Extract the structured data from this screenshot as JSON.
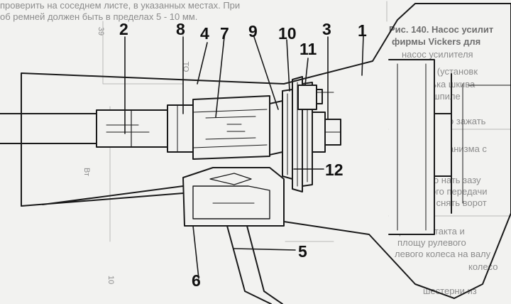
{
  "diagram": {
    "callouts": [
      {
        "id": "c2",
        "label": "2"
      },
      {
        "id": "c8",
        "label": "8"
      },
      {
        "id": "c4",
        "label": "4"
      },
      {
        "id": "c7",
        "label": "7"
      },
      {
        "id": "c9",
        "label": "9"
      },
      {
        "id": "c10",
        "label": "10"
      },
      {
        "id": "c3",
        "label": "3"
      },
      {
        "id": "c1",
        "label": "1"
      },
      {
        "id": "c11",
        "label": "11"
      },
      {
        "id": "c12",
        "label": "12"
      },
      {
        "id": "c5",
        "label": "5"
      },
      {
        "id": "c6",
        "label": "6"
      }
    ]
  },
  "bleed_text": {
    "top_left_1": "проверить на соседнем листе, в указанных местах. При",
    "top_left_2": "об ремней должен быть в пределах 5 - 10 мм.",
    "right_caption": "Рис. 140. Насос усилит",
    "right_caption_2": "фирмы Vickers для",
    "right_lines": [
      "насос усилителя",
      "ко́рпус (установк",
      "шпилька шкива",
      "не уп шпиле",
      "тонко зажать",
      "цулевого механизма с",
      "Для этого нать зазу",
      "ремённого передачи",
      "кнопки и снять ворот",
      "рего контакта и",
      "площу рулевого",
      "левого колеса на валу",
      "колесо",
      "шестерни из"
    ],
    "left_marks": [
      "39",
      "ТО",
      "Вт",
      "10"
    ]
  },
  "colors": {
    "line": "#1a1a1a",
    "paper": "#f2f2f0",
    "bleed": "#8c8c8c"
  }
}
